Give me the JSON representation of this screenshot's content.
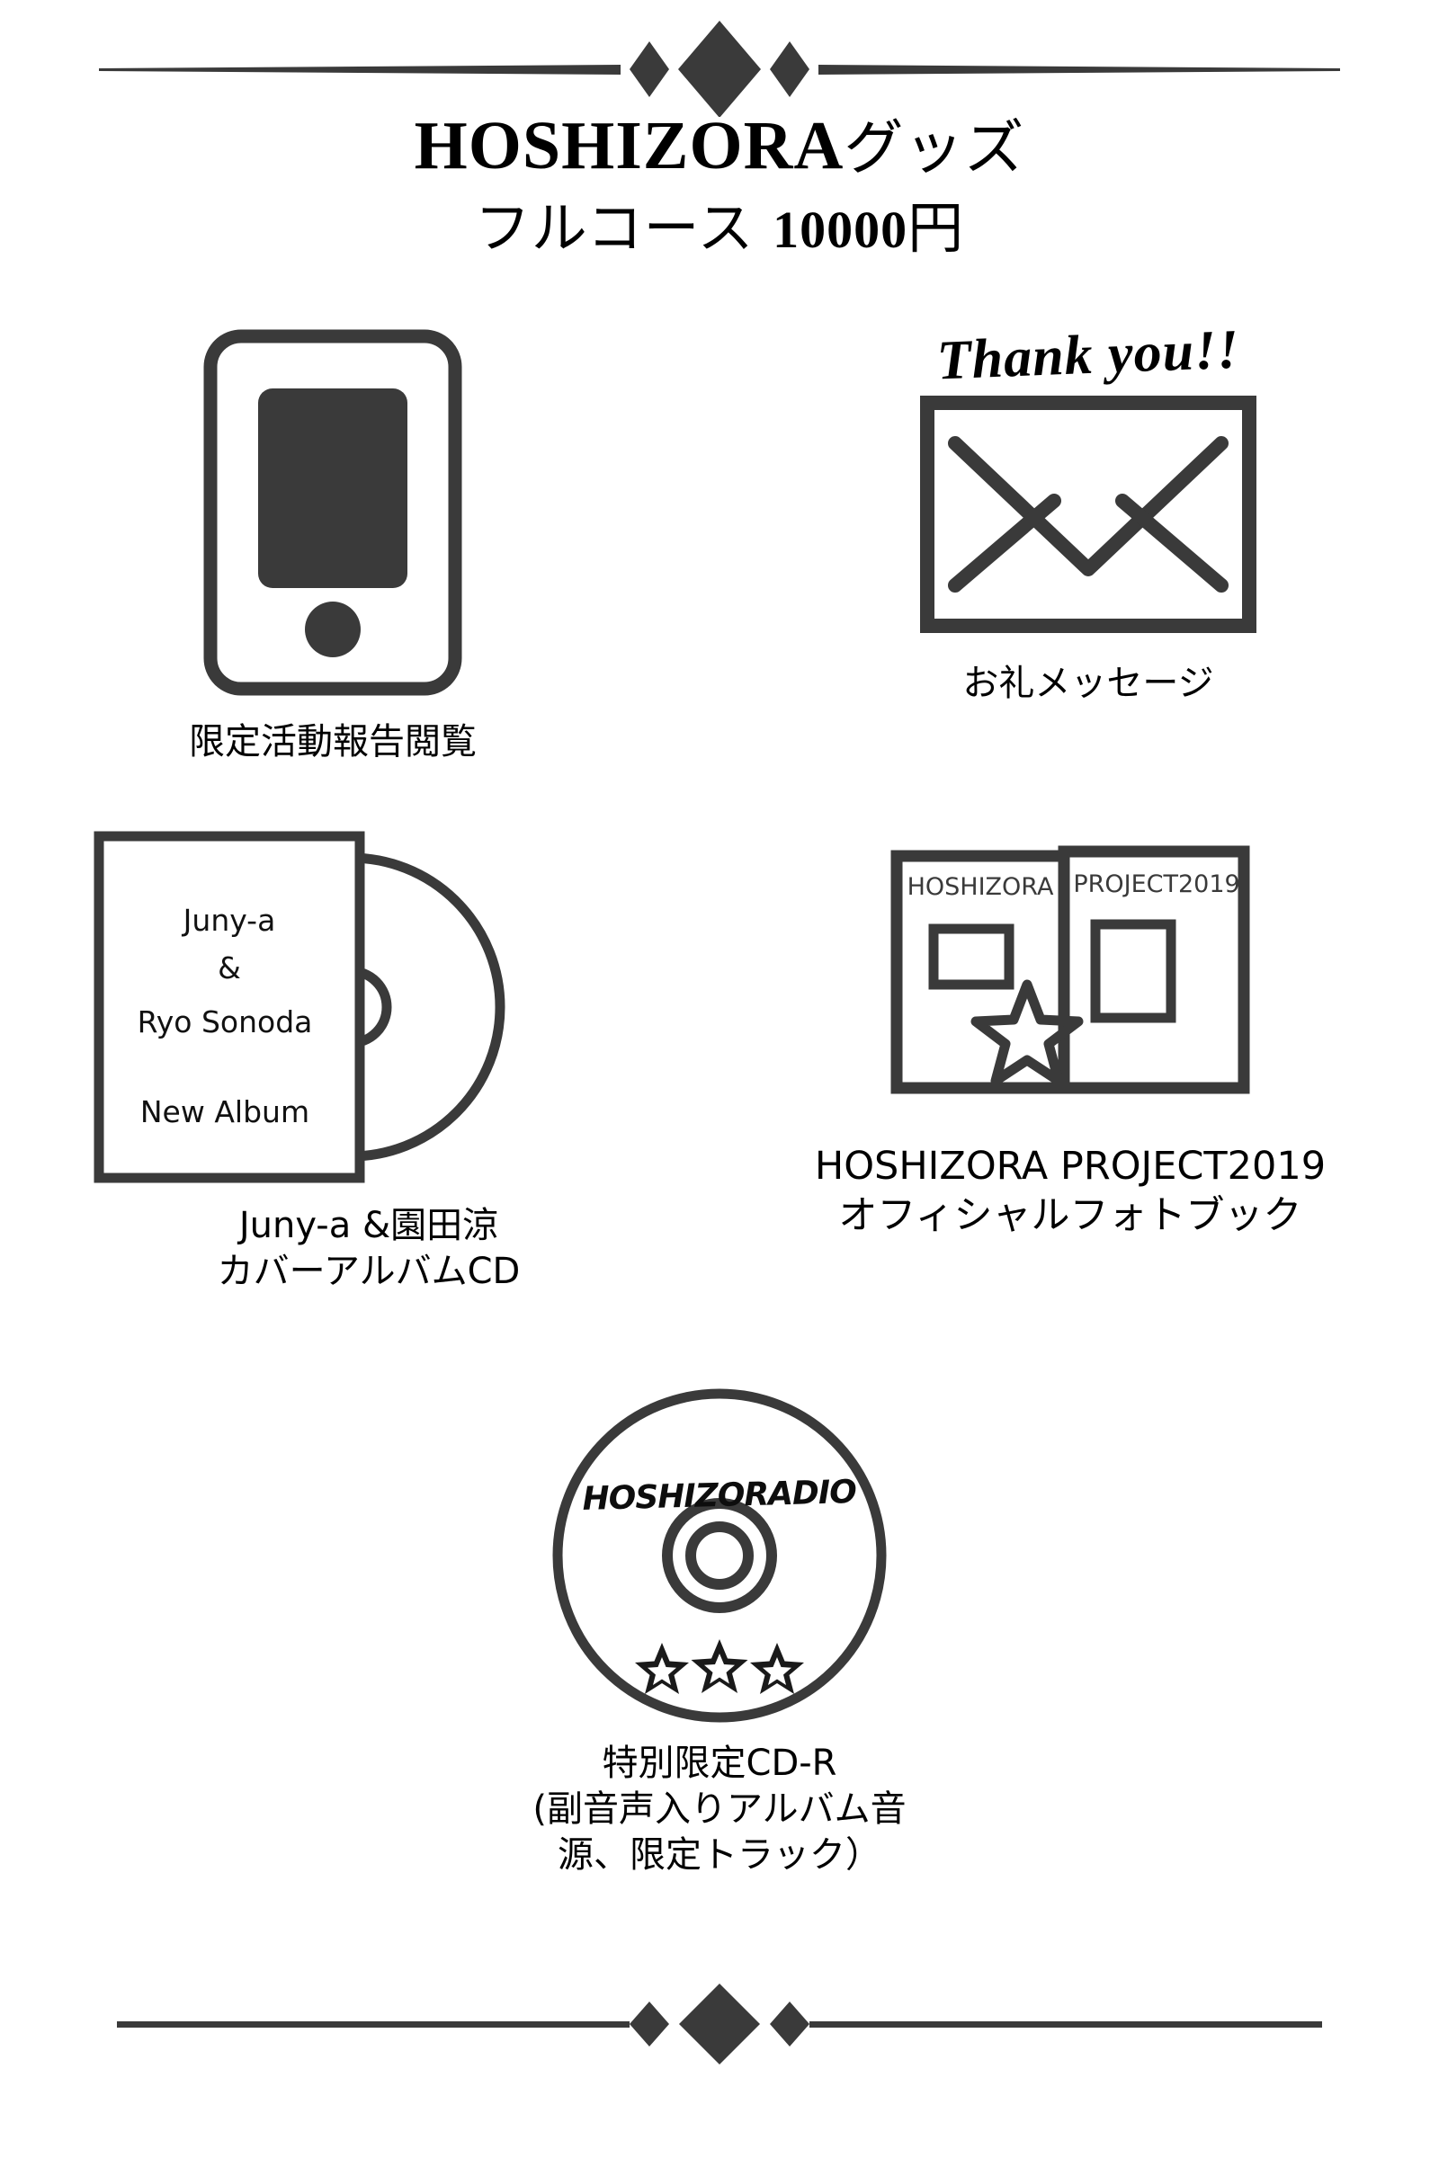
{
  "header": {
    "title_main": "HOSHIZORA",
    "title_main_suffix": "グッズ",
    "title_sub_prefix": "フルコース ",
    "title_price": "10000",
    "title_sub_suffix": "円"
  },
  "divider": {
    "icon_top": "diamond-divider-ornament",
    "icon_bottom": "diamond-divider-ornament",
    "color": "#3a3a3a"
  },
  "items": [
    {
      "id": "tablet",
      "icon": "tablet-device-icon",
      "label_lines": [
        "限定活動報告閲覧"
      ]
    },
    {
      "id": "envelope",
      "icon": "envelope-icon",
      "overline": "Thank you!!",
      "label_lines": [
        "お礼メッセージ"
      ]
    },
    {
      "id": "cd-album",
      "icon": "cd-jewel-case-icon",
      "cover_text": [
        "Juny-a",
        "&",
        "Ryo Sonoda",
        "New Album"
      ],
      "label_lines": [
        "Juny-a &園田涼",
        "カバーアルバムCD"
      ]
    },
    {
      "id": "photobook",
      "icon": "open-photobook-icon",
      "page_left_text": "HOSHIZORA",
      "page_right_text": "PROJECT2019",
      "label_lines": [
        "HOSHIZORA PROJECT2019",
        "オフィシャルフォトブック"
      ]
    },
    {
      "id": "cdr",
      "icon": "compact-disc-icon",
      "disc_text": "HOSHIZORADIO",
      "disc_stars": 3,
      "label_lines": [
        "特別限定CD-R",
        "(副音声入りアルバム音",
        "源、限定トラック）"
      ]
    }
  ],
  "colors": {
    "ink": "#3a3a3a",
    "text": "#000000",
    "background": "#ffffff"
  }
}
